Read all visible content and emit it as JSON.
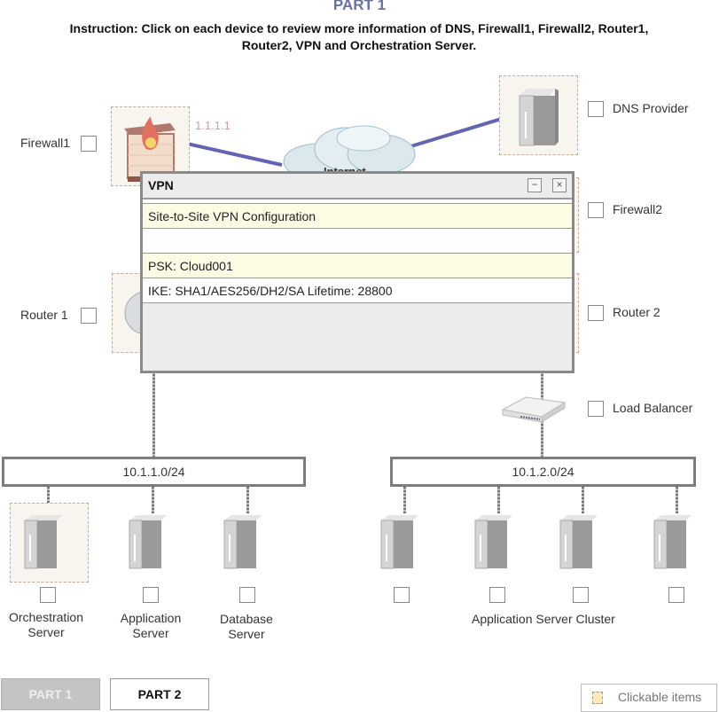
{
  "header": {
    "part_title": "PART 1",
    "instruction": "Instruction: Click on each device to review more information of DNS, Firewall1, Firewall2, Router1, Router2, VPN and Orchestration Server."
  },
  "devices": {
    "firewall1": {
      "label": "Firewall1",
      "ip": "1.1.1.1",
      "icon": "firewall-icon"
    },
    "internet": {
      "label": "Internet",
      "icon": "cloud-icon"
    },
    "dns": {
      "label": "DNS Provider",
      "icon": "server-icon"
    },
    "firewall2": {
      "label": "Firewall2"
    },
    "router1": {
      "label": "Router 1",
      "icon": "router-icon"
    },
    "router2": {
      "label": "Router 2"
    },
    "load_balancer": {
      "label": "Load Balancer",
      "icon": "switch-icon"
    }
  },
  "subnets": [
    {
      "label": "10.1.1.0/24"
    },
    {
      "label": "10.1.2.0/24"
    }
  ],
  "servers_left": [
    {
      "label_line1": "Orchestration",
      "label_line2": "Server"
    },
    {
      "label_line1": "Application",
      "label_line2": "Server"
    },
    {
      "label_line1": "Database",
      "label_line2": "Server"
    }
  ],
  "cluster": {
    "label": "Application Server Cluster",
    "count": 4
  },
  "popup": {
    "title": "VPN",
    "minimize_glyph": "−",
    "close_glyph": "×",
    "rows": [
      {
        "text": "Site-to-Site VPN Configuration"
      },
      {
        "text": ""
      },
      {
        "text": "PSK: Cloud001"
      },
      {
        "text": "IKE: SHA1/AES256/DH2/SA Lifetime: 28800"
      }
    ]
  },
  "footer": {
    "tabs": [
      {
        "label": "PART 1",
        "active": true
      },
      {
        "label": "PART 2",
        "active": false
      }
    ],
    "legend_label": "Clickable items"
  },
  "colors": {
    "link_line": "#6464b4",
    "title": "#6a6fa8",
    "ip": "#d49aa2"
  }
}
